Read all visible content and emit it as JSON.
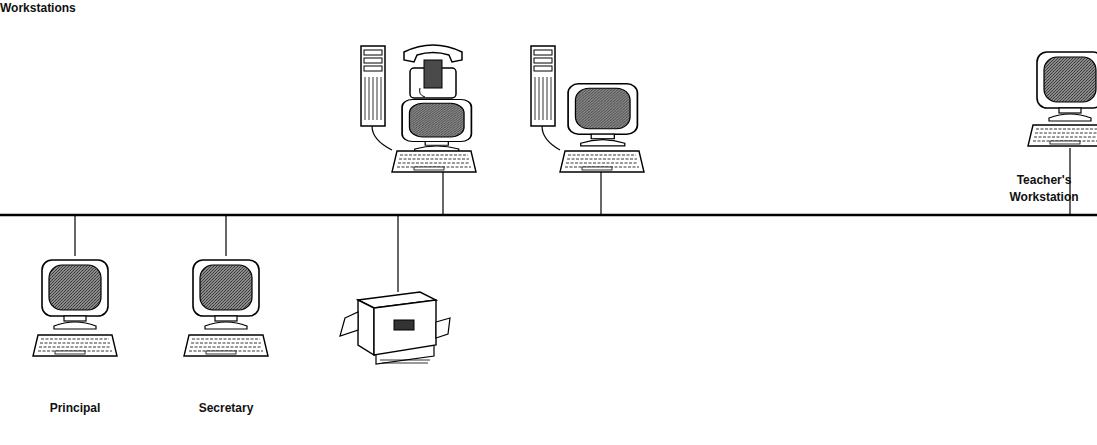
{
  "diagram": {
    "labels": [
      "Workstations",
      "Teacher's Workstation",
      "Principal",
      "Secretary"
    ]
  }
}
